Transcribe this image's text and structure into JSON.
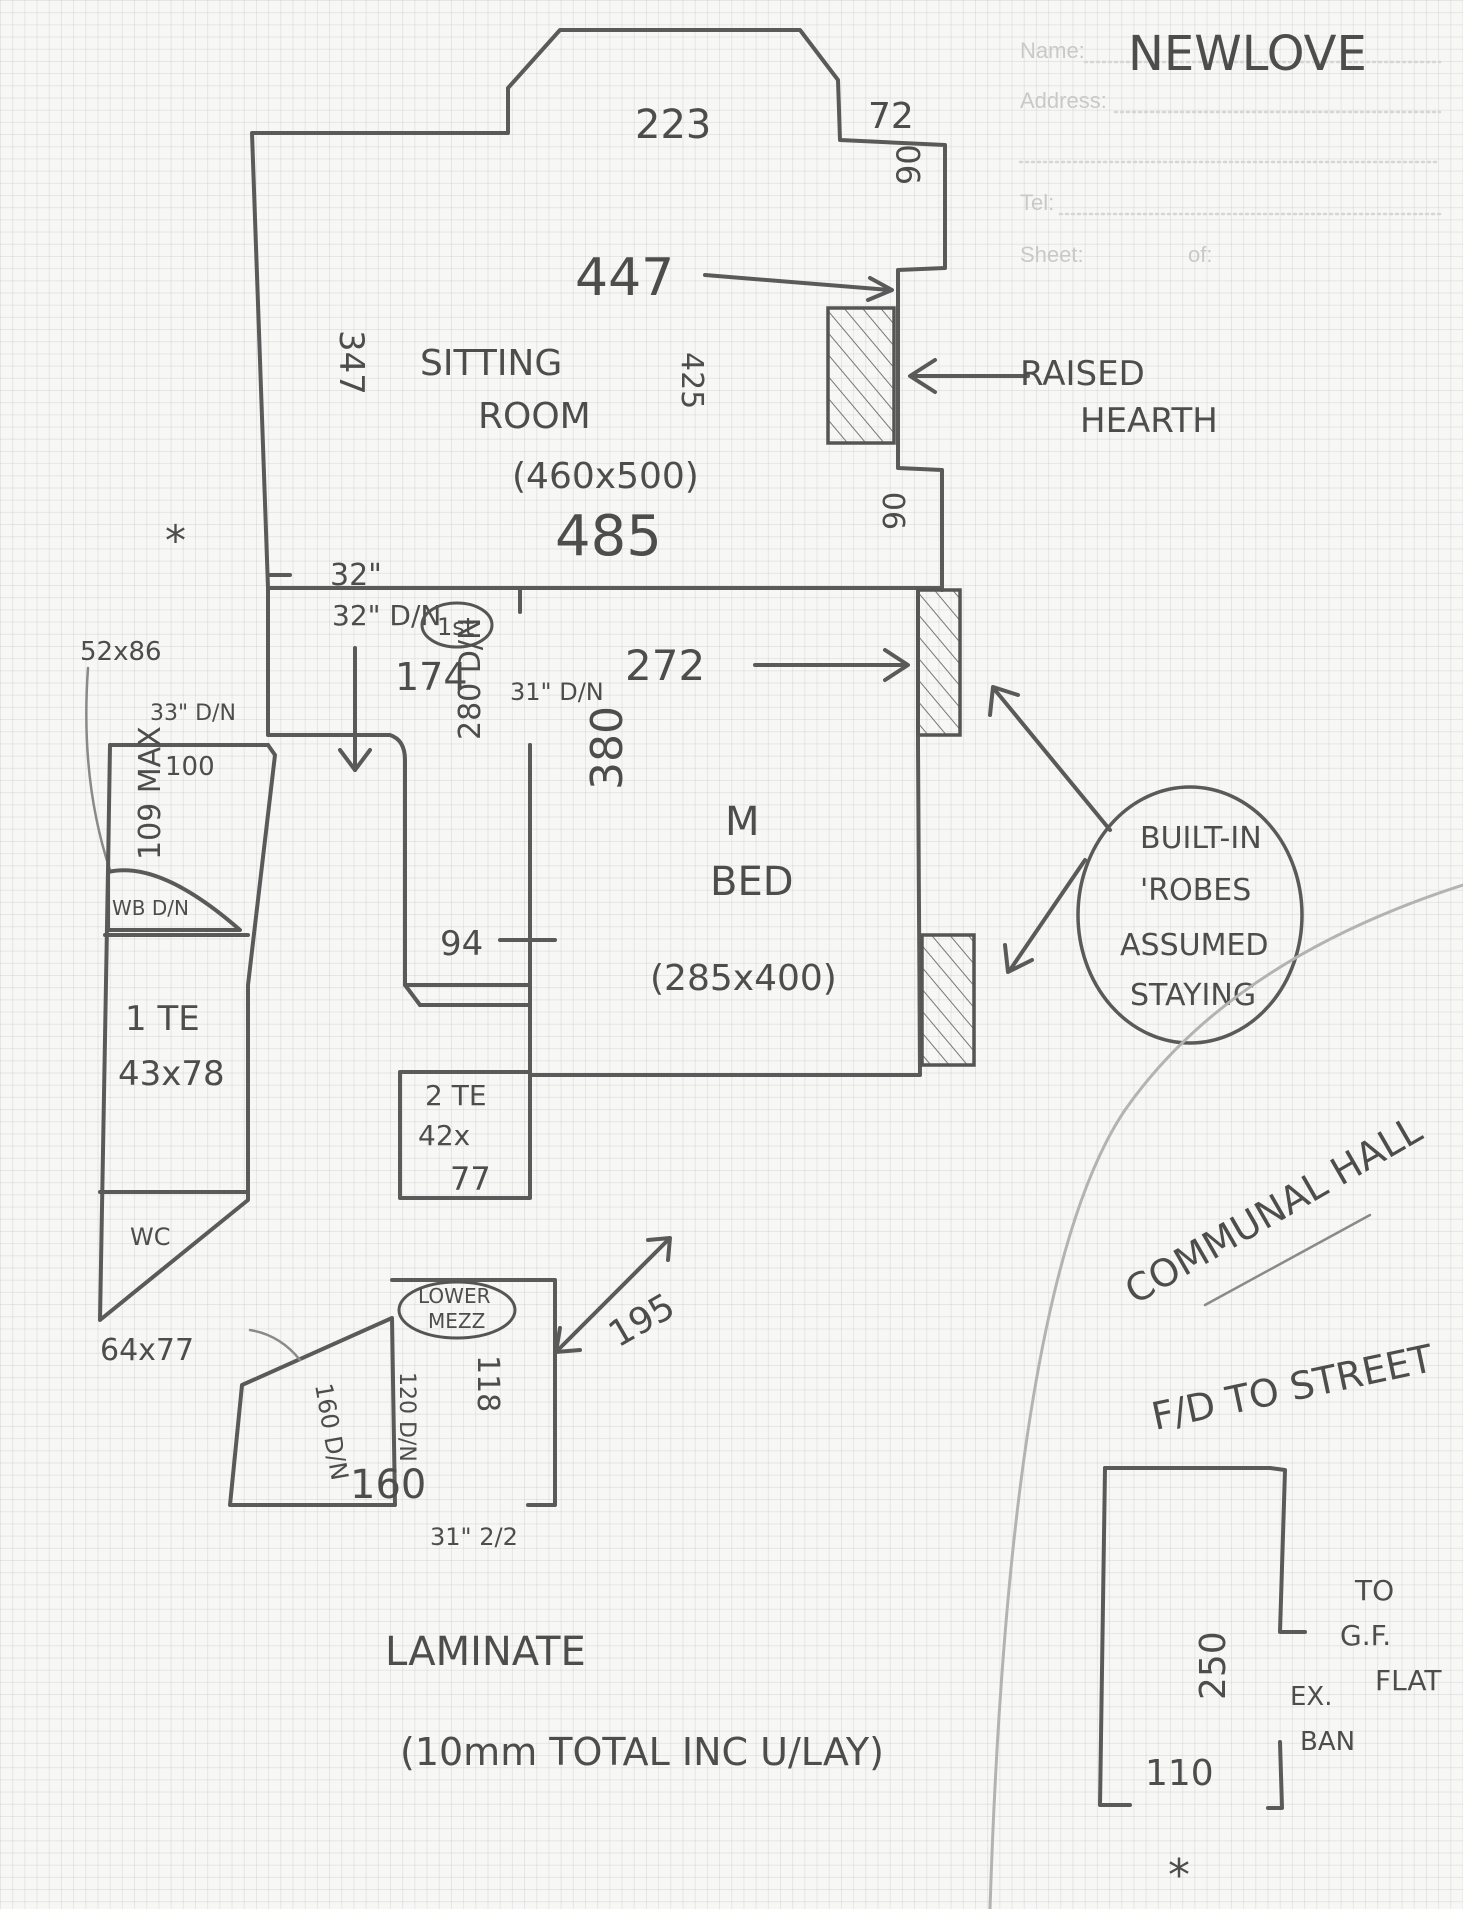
{
  "form": {
    "name_label": "Name:",
    "address_label": "Address:",
    "tel_label": "Tel:",
    "sheet_label": "Sheet:",
    "of_label": "of:",
    "client_name": "NEWLOVE"
  },
  "rooms": {
    "sitting_room": {
      "name_line1": "SITTING",
      "name_line2": "ROOM",
      "size": "(460x500)",
      "depth": "485",
      "width": "447",
      "side": "425",
      "left_side": "347"
    },
    "bay": {
      "width": "223",
      "return": "72",
      "chimney": "90"
    },
    "master_bed": {
      "name_line1": "M",
      "name_line2": "BED",
      "size": "(285x400)",
      "width": "272",
      "depth": "380"
    },
    "landing": {
      "label": "1st",
      "width": "174",
      "door_a": "32\" D/N",
      "door_b": "31\" D/N",
      "corridor": "280 D/N",
      "corridor_width": "94"
    },
    "kitchen": {
      "size": "52x86",
      "door": "33\" D/N",
      "width": "100",
      "depth": "109 MAX",
      "wb": "WB D/N"
    },
    "wc1": {
      "name": "1 TE",
      "size": "43x78",
      "wc": "WC"
    },
    "wc2": {
      "name": "2 TE",
      "size_line1": "42x",
      "size_line2": "77"
    },
    "lower_mezz": {
      "label": "LOWER MEZZ",
      "diag": "195",
      "size": "64x77",
      "dims_a": "160 D/N",
      "dims_b": "120 D/N",
      "dims_c": "118",
      "width": "160",
      "door": "31\" 2/2"
    }
  },
  "annotations": {
    "raised_hearth_line1": "RAISED",
    "raised_hearth_line2": "HEARTH",
    "built_in_1": "BUILT-IN",
    "built_in_2": "'ROBES",
    "built_in_3": "ASSUMED",
    "built_in_4": "STAYING",
    "communal_hall": "COMMUNAL HALL",
    "fd_to_street": "F/D TO STREET",
    "to_gf_flat_1": "TO",
    "to_gf_flat_2": "G.F.",
    "to_gf_flat_3": "FLAT",
    "ex_ban_1": "EX.",
    "ex_ban_2": "BAN",
    "hall_depth": "250",
    "hall_width": "110",
    "laminate": "LAMINATE",
    "laminate_note": "(10mm TOTAL INC U/LAY)",
    "star_a": "*",
    "star_b": "*"
  }
}
